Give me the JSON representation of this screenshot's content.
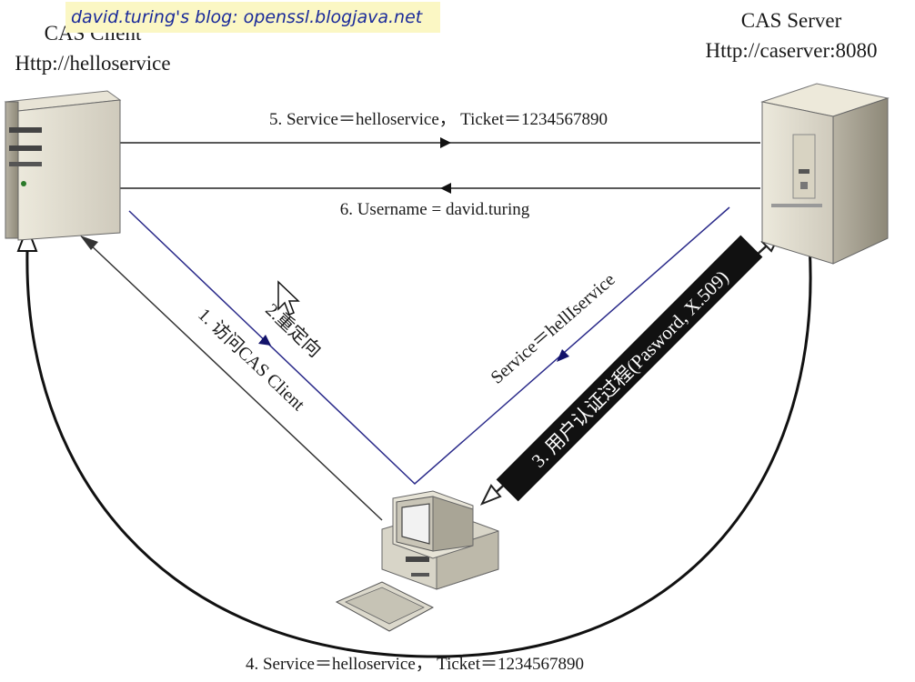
{
  "watermark": "david.turing's blog:  openssl.blogjava.net",
  "nodes": {
    "cas_client": {
      "title": "CAS Client",
      "url": "Http://helloservice",
      "icon": "server-icon"
    },
    "cas_server": {
      "title": "CAS Server",
      "url": "Http://caserver:8080",
      "icon": "server-icon"
    },
    "user": {
      "icon": "desktop-computer-icon"
    }
  },
  "edges": {
    "step1": "1. 访问CAS Client",
    "step2": "2.重定向",
    "step2_service": "Service＝hellIservice",
    "step3": "3. 用户认证过程(Pasword, X.509)",
    "step4": "4. Service＝helloservice，  Ticket＝1234567890",
    "step5": "5. Service＝helloservice，  Ticket＝1234567890",
    "step6": "6. Username = david.turing"
  },
  "colors": {
    "redirect_line": "#2a2a8a",
    "line": "#222222",
    "step3_bg": "#111111"
  },
  "cursor_icon": "mouse-pointer-icon"
}
